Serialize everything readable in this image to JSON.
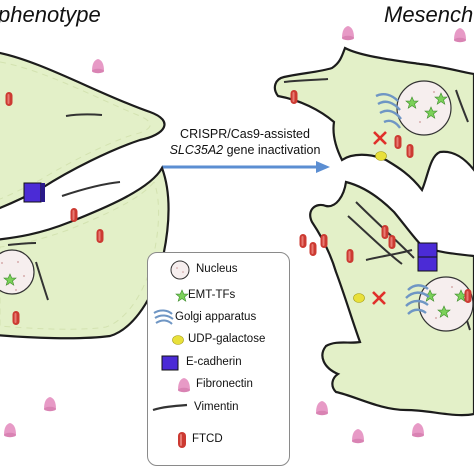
{
  "titles": {
    "left": "phenotype",
    "right": "Mesench"
  },
  "arrow": {
    "line1": "CRISPR/Cas9-assisted",
    "line2_gene": "SLC35A2",
    "line2_rest": " gene inactivation"
  },
  "legend": {
    "items": [
      {
        "icon": "nucleus-icon",
        "label": "Nucleus"
      },
      {
        "icon": "emt-tf-star-icon",
        "label": "EMT-TFs"
      },
      {
        "icon": "golgi-apparatus-icon",
        "label": "Golgi apparatus"
      },
      {
        "icon": "udp-galactose-icon",
        "label": "UDP-galactose"
      },
      {
        "icon": "e-cadherin-icon",
        "label": "E-cadherin"
      },
      {
        "icon": "fibronectin-icon",
        "label": "Fibronectin"
      },
      {
        "icon": "vimentin-icon",
        "label": "Vimentin"
      },
      {
        "icon": "ftcd-icon",
        "label": "FTCD"
      }
    ]
  },
  "colors": {
    "cell_fill": "#e3f0c8",
    "cell_stroke": "#1c1c1c",
    "cell_inner_dash": "#d9e7b8",
    "nucleus_fill": "#f6eeee",
    "star": "#7bd159",
    "ftcd": "#cc3a32",
    "fibronectin": "#e79ac6",
    "e_cadherin": "#4b2bd6",
    "udp_galactose": "#e8e03a",
    "golgi": "#9fbfe0",
    "vimentin": "#333333",
    "arrow": "#5b8ed2",
    "block_x": "#e0302a"
  }
}
